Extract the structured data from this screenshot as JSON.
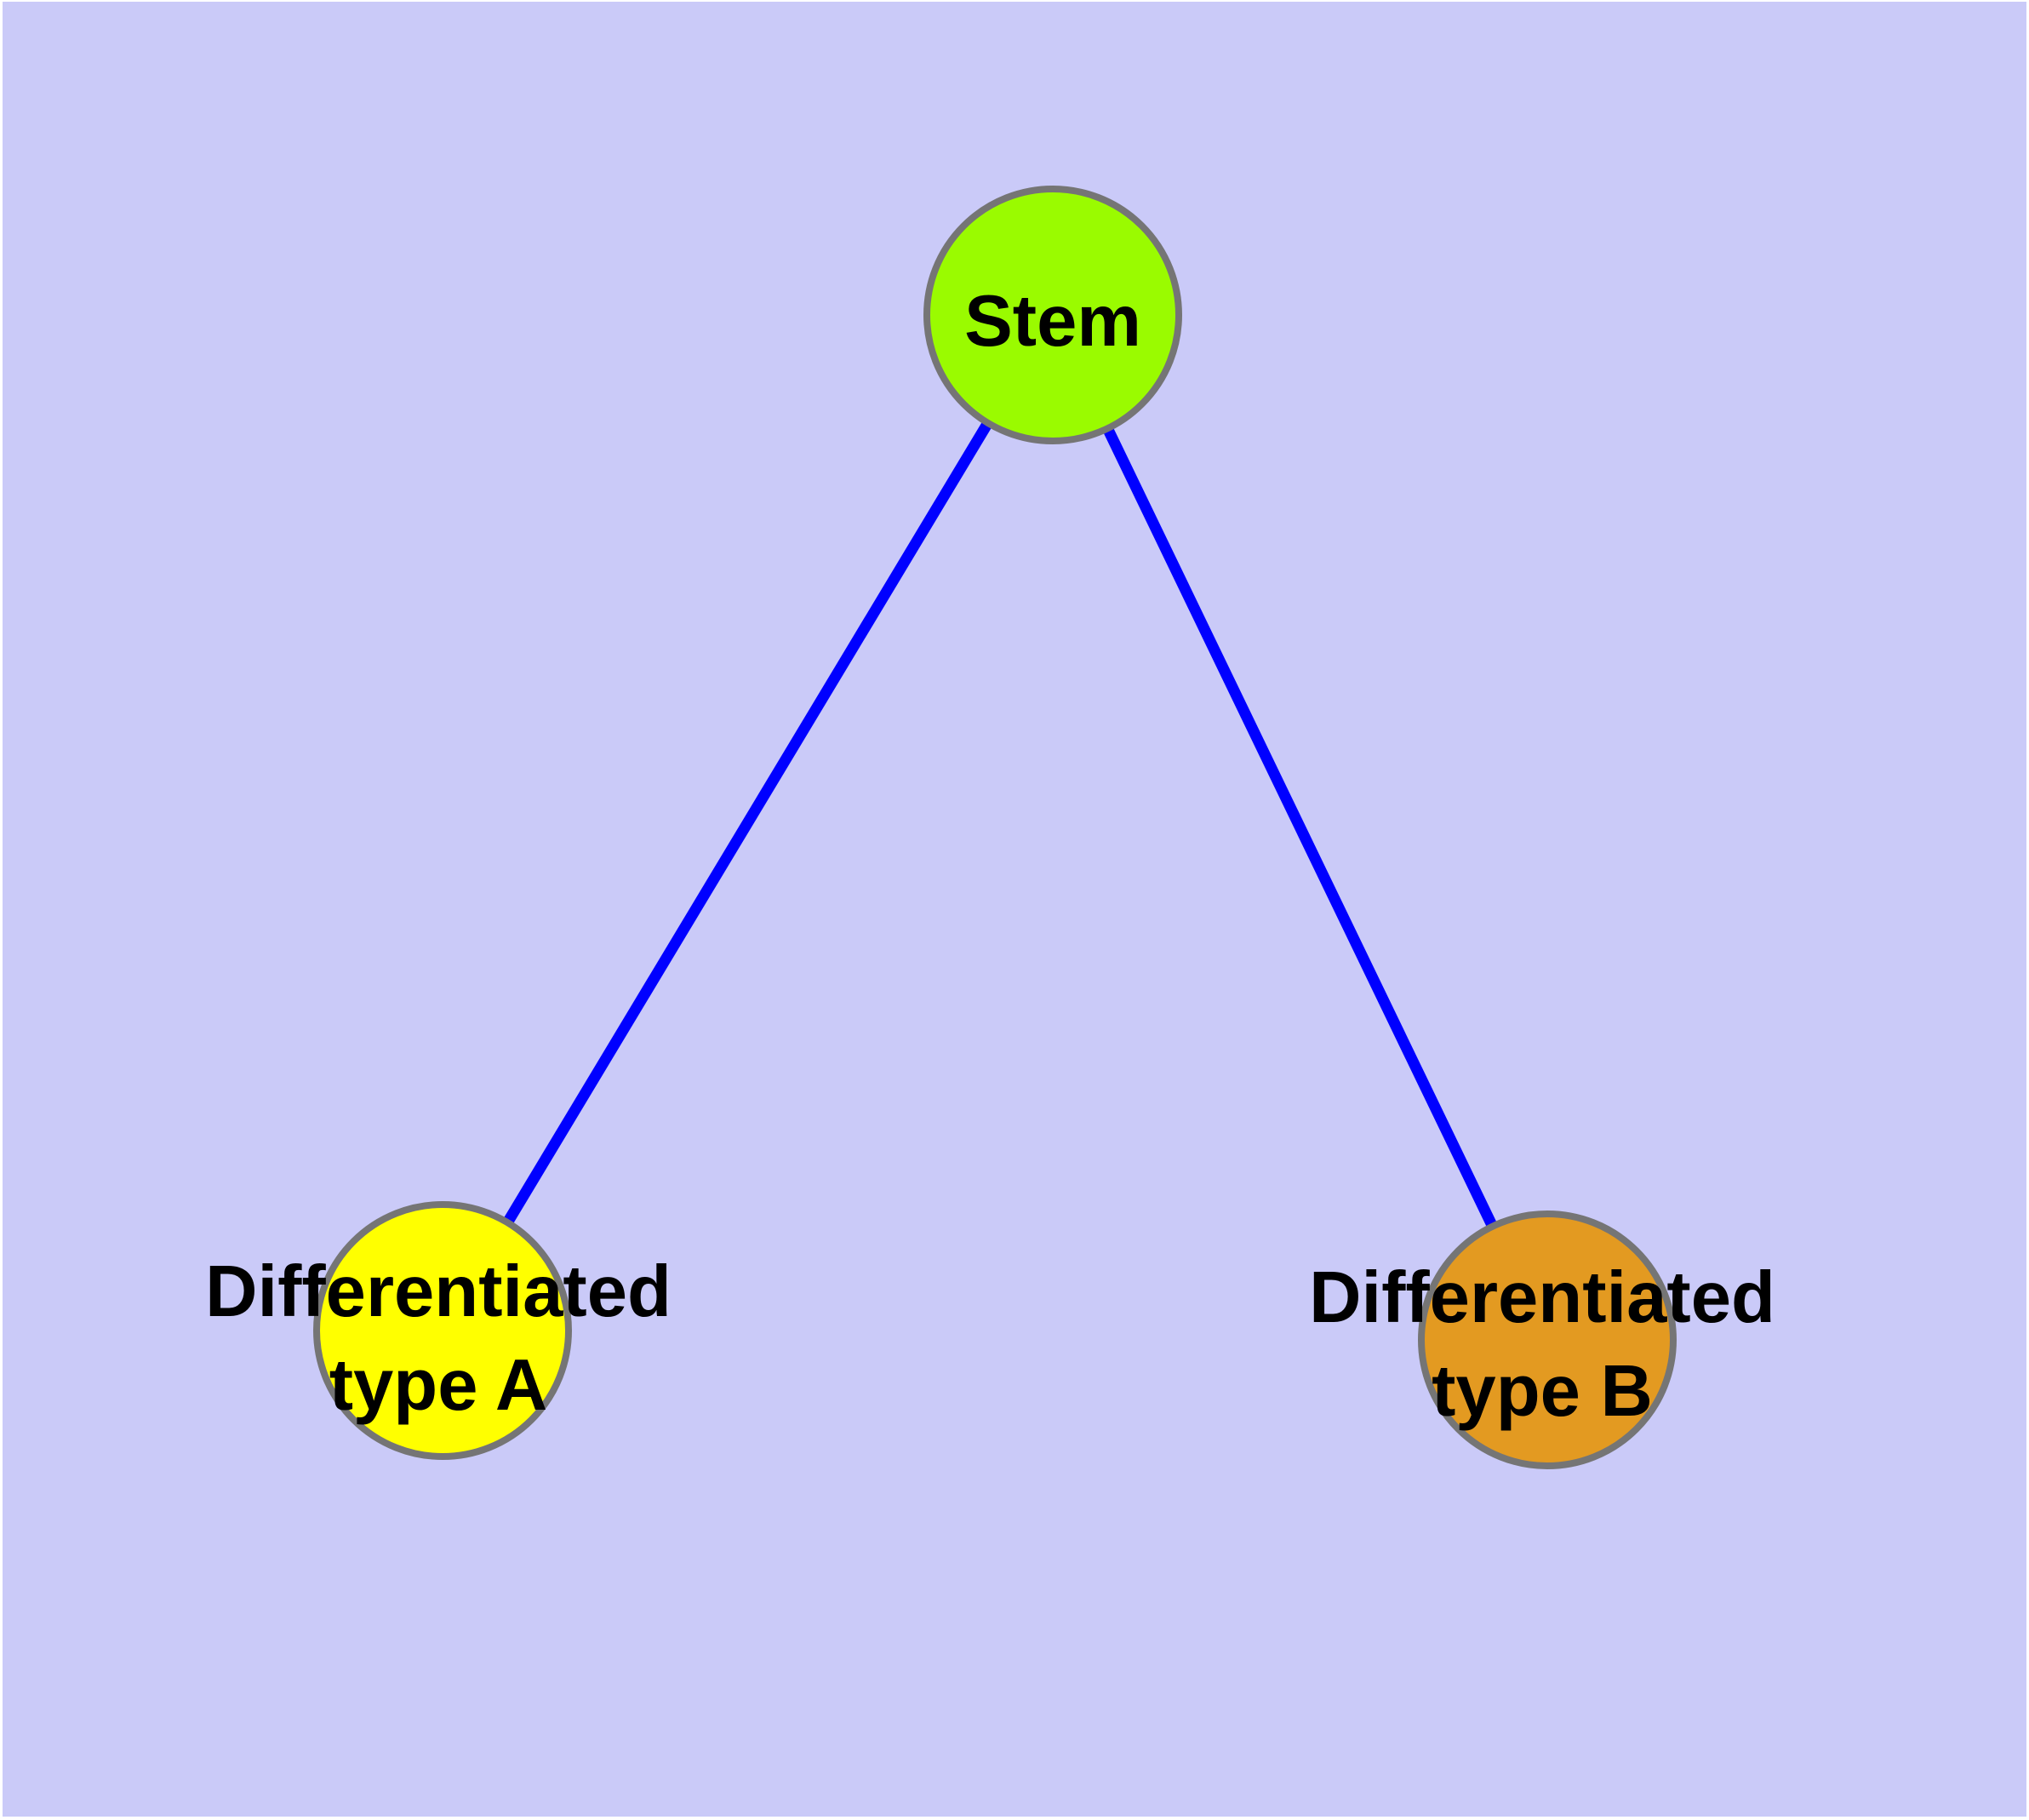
{
  "diagram": {
    "type": "graph",
    "background_color": "#CACAF8",
    "edge_color": "#0000FF",
    "node_border_color": "#757575",
    "label_color": "#000000",
    "nodes": {
      "stem": {
        "label": "Stem",
        "color": "#9AFB00"
      },
      "type_a": {
        "label_line1": "Differentiated",
        "label_line2": "type A",
        "color": "#FFFF00"
      },
      "type_b": {
        "label_line1": "Differentiated",
        "label_line2": "type B",
        "color": "#E39A21"
      }
    },
    "edges": [
      {
        "from": "stem",
        "to": "type_a"
      },
      {
        "from": "stem",
        "to": "type_b"
      }
    ]
  }
}
